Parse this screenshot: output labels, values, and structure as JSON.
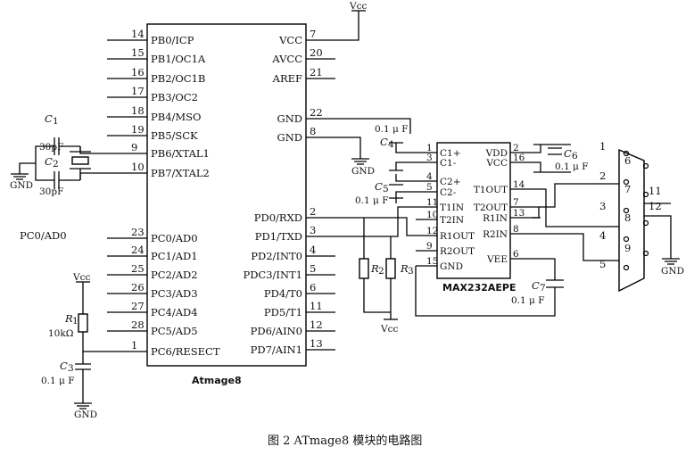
{
  "caption": "图 2   ATmage8 模块的电路图",
  "mcu": {
    "name": "Atmage8",
    "left_pins": [
      {
        "num": "14",
        "label": "PB0/ICP"
      },
      {
        "num": "15",
        "label": "PB1/OC1A"
      },
      {
        "num": "16",
        "label": "PB2/OC1B"
      },
      {
        "num": "17",
        "label": "PB3/OC2"
      },
      {
        "num": "18",
        "label": "PB4/MSO"
      },
      {
        "num": "19",
        "label": "PB5/SCK"
      },
      {
        "num": "9",
        "label": "PB6/XTAL1"
      },
      {
        "num": "10",
        "label": "PB7/XTAL2"
      },
      {
        "num": "23",
        "label": "PC0/AD0"
      },
      {
        "num": "24",
        "label": "PC1/AD1"
      },
      {
        "num": "25",
        "label": "PC2/AD2"
      },
      {
        "num": "26",
        "label": "PC3/AD3"
      },
      {
        "num": "27",
        "label": "PC4/AD4"
      },
      {
        "num": "28",
        "label": "PC5/AD5"
      },
      {
        "num": "1",
        "label": "PC6/RESECT"
      }
    ],
    "right_pins": [
      {
        "num": "7",
        "label": "VCC"
      },
      {
        "num": "20",
        "label": "AVCC"
      },
      {
        "num": "21",
        "label": "AREF"
      },
      {
        "num": "22",
        "label": "GND"
      },
      {
        "num": "8",
        "label": "GND"
      },
      {
        "num": "2",
        "label": "PD0/RXD"
      },
      {
        "num": "3",
        "label": "PD1/TXD"
      },
      {
        "num": "4",
        "label": "PD2/INT0"
      },
      {
        "num": "5",
        "label": "PDC3/INT1"
      },
      {
        "num": "6",
        "label": "PD4/T0"
      },
      {
        "num": "11",
        "label": "PD5/T1"
      },
      {
        "num": "12",
        "label": "PD6/AIN0"
      },
      {
        "num": "13",
        "label": "PD7/AIN1"
      }
    ]
  },
  "max232": {
    "name": "MAX232AEPE",
    "left_pins": [
      {
        "num": "1",
        "label": "C1+"
      },
      {
        "num": "3",
        "label": "C1-"
      },
      {
        "num": "4",
        "label": "C2+"
      },
      {
        "num": "5",
        "label": "C2-"
      },
      {
        "num": "11",
        "label": "T1IN"
      },
      {
        "num": "10",
        "label": "T2IN"
      },
      {
        "num": "12",
        "label": "R1OUT"
      },
      {
        "num": "9",
        "label": "R2OUT"
      },
      {
        "num": "15",
        "label": "GND"
      }
    ],
    "right_pins": [
      {
        "num": "2",
        "label": "VDD"
      },
      {
        "num": "16",
        "label": "VCC"
      },
      {
        "num": "14",
        "label": "T1OUT"
      },
      {
        "num": "7",
        "label": "T2OUT"
      },
      {
        "num": "13",
        "label": "R1IN"
      },
      {
        "num": "8",
        "label": "R2IN"
      },
      {
        "num": "6",
        "label": "VEE"
      }
    ]
  },
  "db9": {
    "pins": [
      "1",
      "2",
      "3",
      "4",
      "5",
      "6",
      "7",
      "8",
      "9",
      "11",
      "12"
    ]
  },
  "labels": {
    "vcc_top": "Vcc",
    "vcc_left": "Vcc",
    "vcc_mid": "Vcc",
    "gnd": "GND",
    "pc0": "PC0/AD0",
    "c1": "C",
    "c1_sub": "1",
    "c2": "C",
    "c2_sub": "2",
    "c1_val": "30pF",
    "c2_val": "30pF",
    "c3": "C",
    "c3_sub": "3",
    "c3_val": "0.1 μ F",
    "c4": "C",
    "c4_sub": "4",
    "c4_val": "0.1 μ F",
    "c5": "C",
    "c5_sub": "5",
    "c5_val": "0.1 μ F",
    "c6": "C",
    "c6_sub": "6",
    "c6_val": "0.1 μ F",
    "c7": "C",
    "c7_sub": "7",
    "c7_val": "0.1 μ F",
    "r1": "R",
    "r1_sub": "1",
    "r1_val": "10kΩ",
    "r2": "R",
    "r2_sub": "2",
    "r3": "R",
    "r3_sub": "3"
  }
}
